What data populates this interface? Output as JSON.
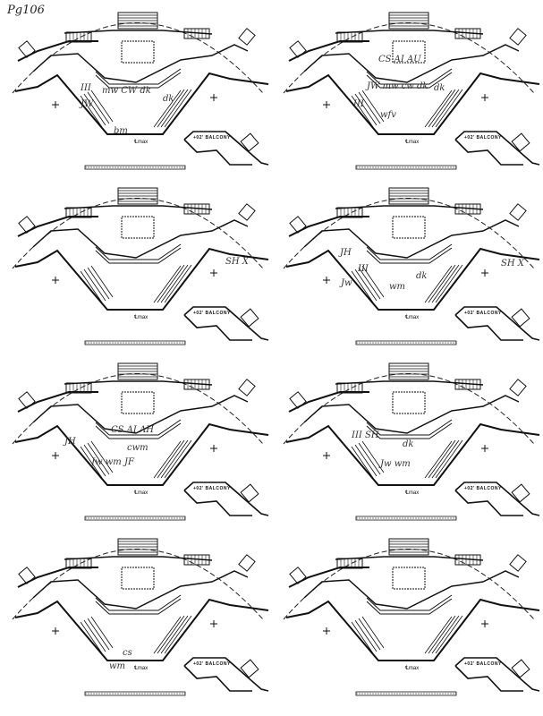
{
  "page_label": "Pg106",
  "balcony_label": "+02' BALCONY",
  "centerline_label": "℄max",
  "panels": [
    {
      "notes": [
        "III",
        "mw  CW  dk",
        "JW",
        "dk",
        "bm"
      ]
    },
    {
      "notes": [
        "CS AI AU",
        "JW mw cw dk",
        "dk",
        "III",
        "wfv"
      ]
    },
    {
      "notes": [
        "SH X"
      ]
    },
    {
      "notes": [
        "JH",
        "III",
        "Jw",
        "wm",
        "dk",
        "SH X"
      ]
    },
    {
      "notes": [
        "CS AI AH",
        "JH",
        "cwm",
        "Jw  wm  JF"
      ]
    },
    {
      "notes": [
        "III SH",
        "dk",
        "Jw wm"
      ]
    },
    {
      "notes": [
        "cs",
        "wm"
      ]
    },
    {
      "notes": []
    }
  ]
}
